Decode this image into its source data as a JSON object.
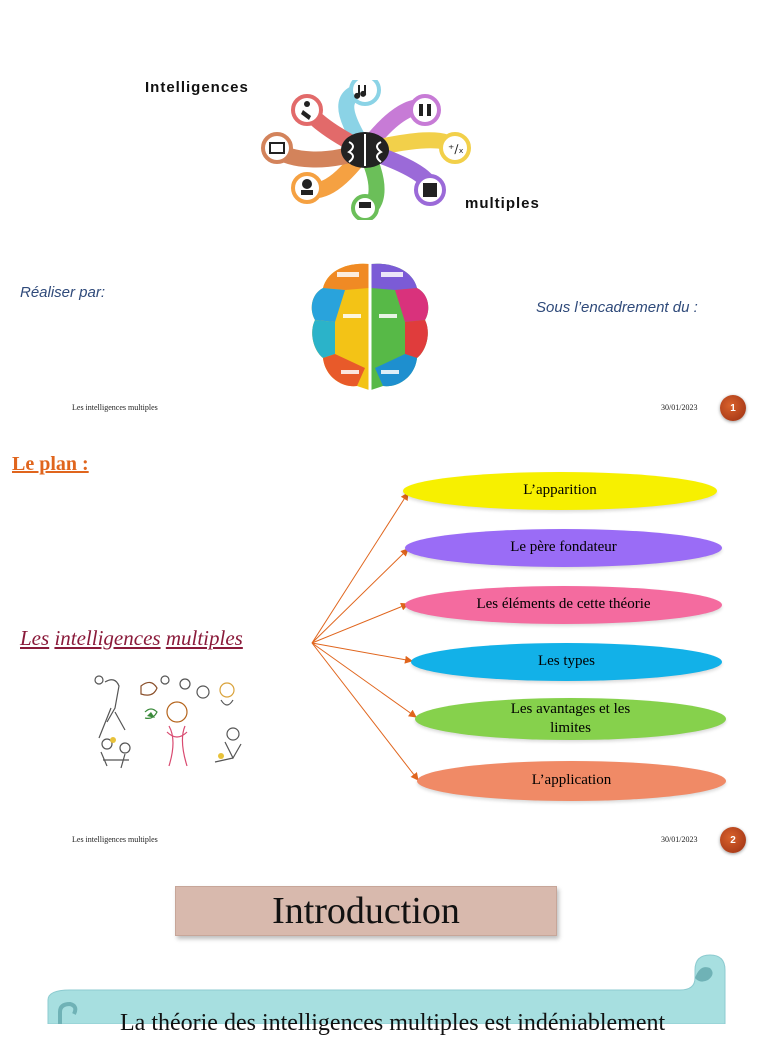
{
  "slide1": {
    "title_word1": "Intelligences",
    "title_word2": "multiples",
    "left_label": "Réaliser par:",
    "right_label": "Sous l’encadrement du :",
    "footer_left": "Les intelligences multiples",
    "footer_date": "30/01/2023",
    "page_number": "1"
  },
  "slide2": {
    "plan_title": "Le plan :",
    "topic_word1": "Les",
    "topic_word2": "intelligences",
    "topic_word3": "multiples",
    "items": [
      {
        "label": "L’apparition",
        "color": "#f7f000"
      },
      {
        "label": "Le père fondateur",
        "color": "#9a6cf6"
      },
      {
        "label": "Les  éléments de cette théorie",
        "color": "#f46b9f"
      },
      {
        "label": "Les types",
        "color": "#12b1e8"
      },
      {
        "label": "Les avantages et les limites",
        "color": "#86d14c"
      },
      {
        "label": "L’application",
        "color": "#f08a66"
      }
    ],
    "footer_left": "Les intelligences multiples",
    "footer_date": "30/01/2023",
    "page_number": "2"
  },
  "slide3": {
    "title": "Introduction",
    "scroll_text": "La théorie des intelligences multiples est indéniablement"
  },
  "colors": {
    "plan_title": "#e0651d",
    "topic": "#8a1a3a",
    "page_badge": "#b3421b",
    "intro_box": "#d8b9ad",
    "scroll": "#a7dfe0",
    "arrow": "#e0651d"
  }
}
